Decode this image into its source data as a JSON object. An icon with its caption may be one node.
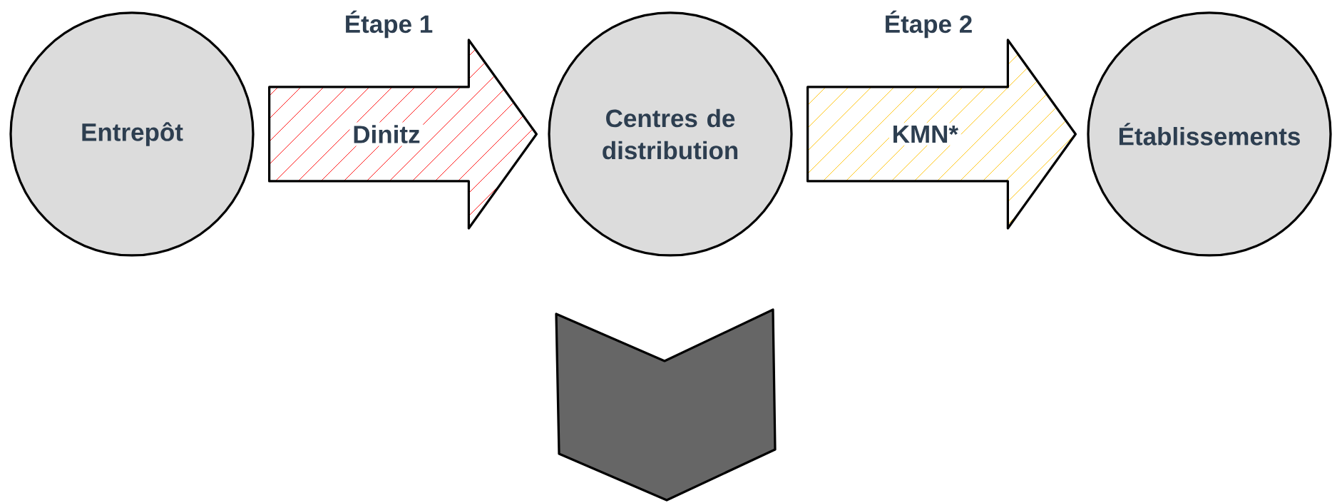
{
  "diagram": {
    "nodes": [
      {
        "text": [
          "Entrepôt"
        ]
      },
      {
        "text": [
          "Centres de distribution"
        ]
      },
      {
        "text": [
          "Établissements"
        ]
      }
    ],
    "edges": [
      {
        "from": 0,
        "to": 1,
        "arrow": "to",
        "label": "Dinitz",
        "color": "#ff0000"
      },
      {
        "from": 1,
        "to": 2,
        "arrow": "to",
        "label": "KMN*",
        "color": "#ffc000"
      }
    ],
    "labels": [
      "Étape 1",
      "Étape 2"
    ]
  }
}
